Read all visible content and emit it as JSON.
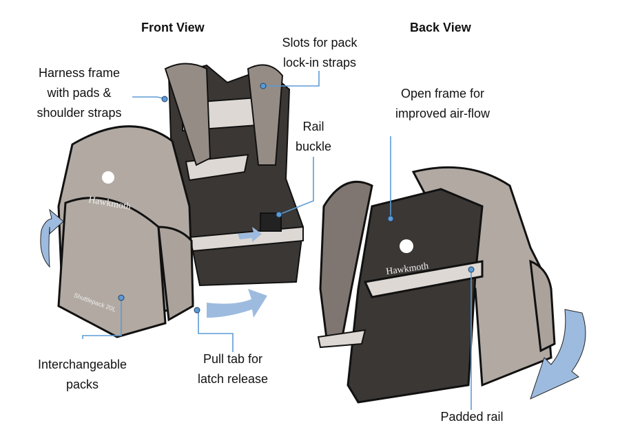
{
  "titles": {
    "front": "Front View",
    "back": "Back View"
  },
  "labels": {
    "harness": [
      "Harness frame",
      "with pads &",
      "shoulder straps"
    ],
    "slots": [
      "Slots for pack",
      "lock-in straps"
    ],
    "rail_buckle": [
      "Rail",
      "buckle"
    ],
    "open_frame": [
      "Open frame for",
      "improved air-flow"
    ],
    "packs": [
      "Interchangeable",
      "packs"
    ],
    "pull_tab": [
      "Pull tab for",
      "latch release"
    ],
    "padded_rail": [
      "Padded rail"
    ]
  },
  "printed_on_bag": {
    "front_brand": "Hawkmoth",
    "front_model": "Shuttlepack 20L",
    "back_brand": "Hawkmoth"
  },
  "colors": {
    "leader": "#5b9bd5",
    "arrow": "#9dbbdf",
    "bag": "#b1a9a2",
    "frame": "#3b3735",
    "strap": "#8f8680"
  }
}
